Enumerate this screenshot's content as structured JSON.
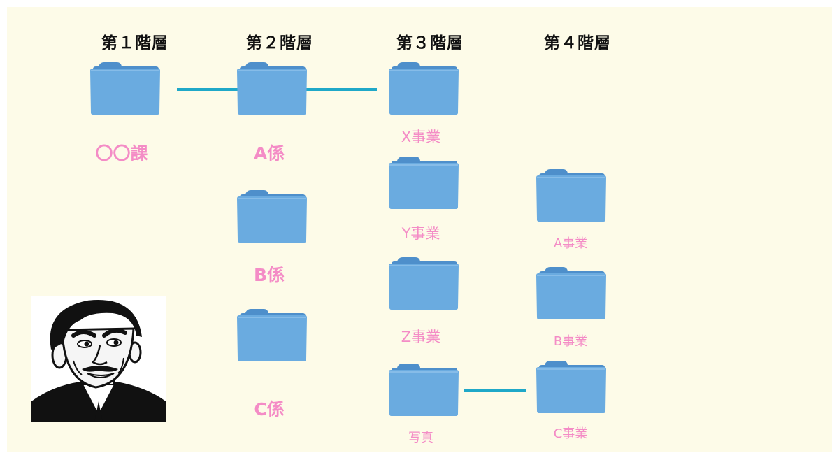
{
  "headers": [
    "第１階層",
    "第２階層",
    "第３階層",
    "第４階層"
  ],
  "labels": {
    "level1": "〇〇課",
    "level2_a": "A係",
    "level2_b": "B係",
    "level2_c": "C係",
    "level3_x": "X事業",
    "level3_y": "Y事業",
    "level3_z": "Z事業",
    "level3_photo": "写真",
    "level4_a": "A事業",
    "level4_b": "B事業",
    "level4_c": "C事業"
  },
  "icons": {
    "folder": "folder-icon",
    "face": "skeptical-face-icon"
  },
  "colors": {
    "background": "#fdfbe8",
    "folder_body": "#6aabe0",
    "folder_tab": "#4e8fcb",
    "connector": "#1fa8c8",
    "label": "#f48cc6",
    "header": "#111111"
  }
}
